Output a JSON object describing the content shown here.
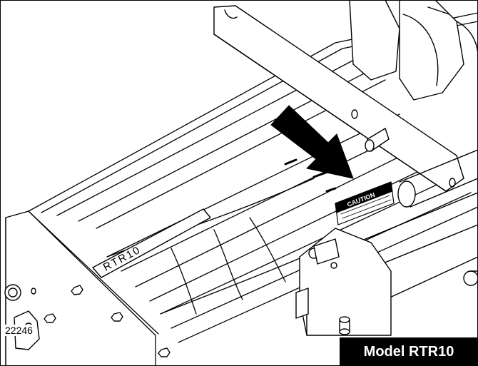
{
  "illustration": {
    "figure_number": "22246",
    "model_label": "Model RTR10",
    "stamp_text": "RTR10",
    "decal_heading": "CAUTION"
  },
  "colors": {
    "line": "#000000",
    "background": "#ffffff",
    "label_bg": "#000000",
    "label_fg": "#ffffff"
  }
}
